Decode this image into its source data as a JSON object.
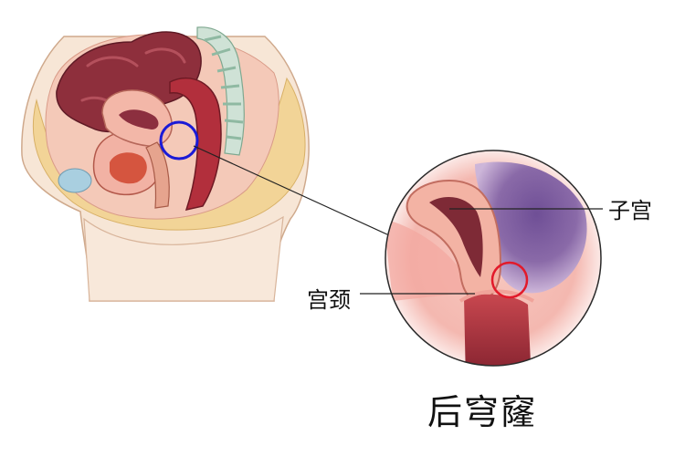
{
  "labels": {
    "uterus": "子宫",
    "cervix": "宫颈",
    "title": "后穹窿"
  },
  "colors": {
    "skin": "#f5e1cf",
    "fat": "#f2d79a",
    "uterus_wall": "#f3b7a8",
    "cavity": "#8c2f3f",
    "rectum": "#a52a3a",
    "bladder_fluid": "#a9cfe0",
    "spine": "#9fc4b0",
    "bowel": "#8e2f3c",
    "purple_tissue": "#8a6aa8",
    "blue_marker": "#1a1ad6",
    "red_marker": "#e21a2a",
    "leader_line": "#222222"
  },
  "icons": {
    "anatomy": "pelvis-sagittal-section-illustration",
    "zoom": "magnified-uterus-inset"
  }
}
